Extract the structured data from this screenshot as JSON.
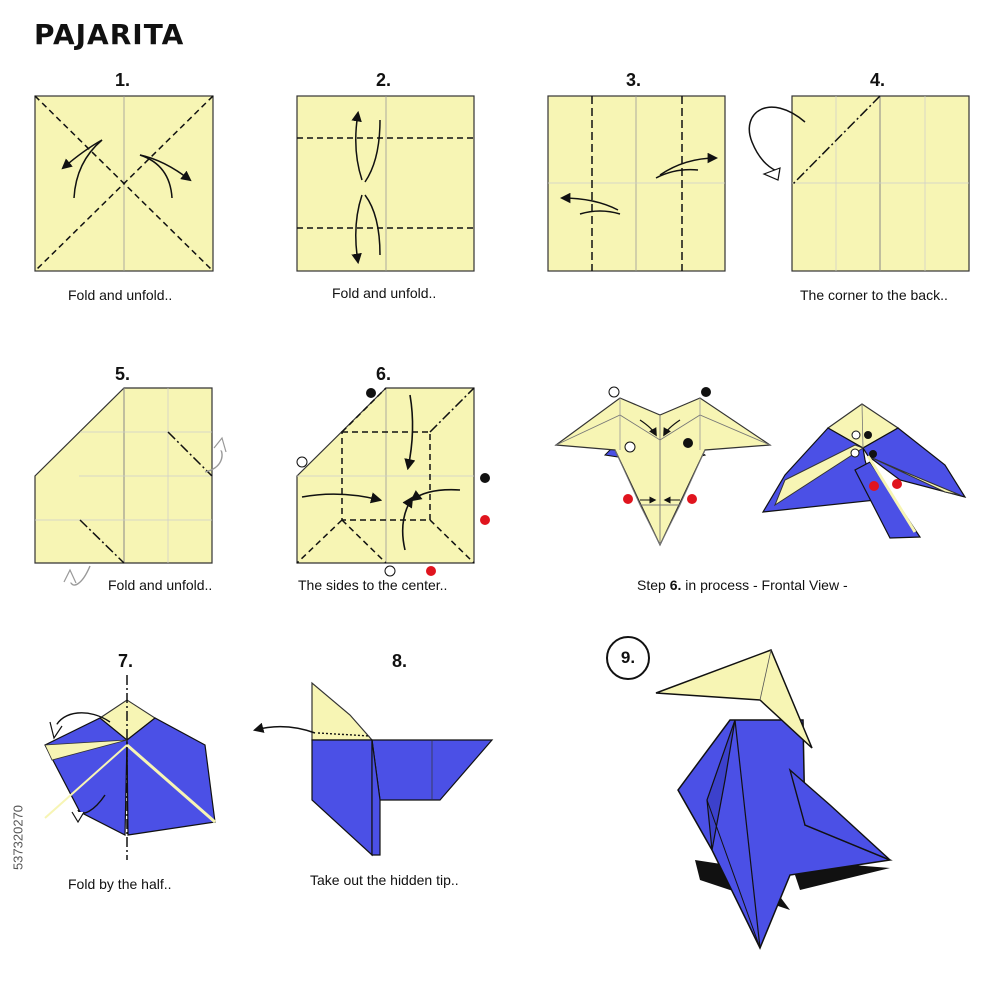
{
  "title": "PAJARITA",
  "steps": {
    "s1": "1.",
    "s2": "2.",
    "s3": "3.",
    "s4": "4.",
    "s5": "5.",
    "s6": "6.",
    "s7": "7.",
    "s8": "8.",
    "s9": "9."
  },
  "captions": {
    "c1": "Fold and unfold..",
    "c2": "Fold and unfold..",
    "c4": "The corner to the back..",
    "c5": "Fold and unfold..",
    "c6": "The sides to the center..",
    "c6b_prefix": "Step ",
    "c6b_bold": "6.",
    "c6b_suffix": " in process - Frontal View -",
    "c7": "Fold by the half..",
    "c8": "Take out the hidden tip.."
  },
  "stock_id": "537320270",
  "colors": {
    "paper": "#f7f5b4",
    "blue": "#4b50e6",
    "red": "#e0141e",
    "line": "#111111"
  }
}
